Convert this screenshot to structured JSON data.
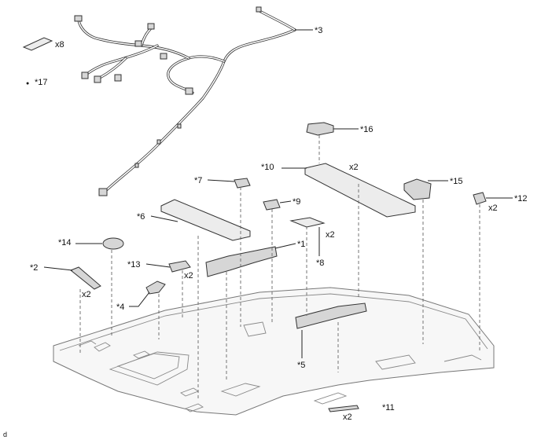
{
  "figure_id": "d",
  "callouts": {
    "c1": "*1",
    "c2": "*2",
    "c3": "*3",
    "c4": "*4",
    "c5": "*5",
    "c6": "*6",
    "c7": "*7",
    "c8": "*8",
    "c9": "*9",
    "c10": "*10",
    "c11": "*11",
    "c12": "*12",
    "c13": "*13",
    "c14": "*14",
    "c15": "*15",
    "c16": "*16",
    "c17": "*17"
  },
  "quantities": {
    "q8_tape": "x8",
    "q10": "x2",
    "q12": "x2",
    "q8": "x2",
    "q13": "x2",
    "q2": "x2",
    "q11": "x2"
  },
  "legend_bullet": "●"
}
